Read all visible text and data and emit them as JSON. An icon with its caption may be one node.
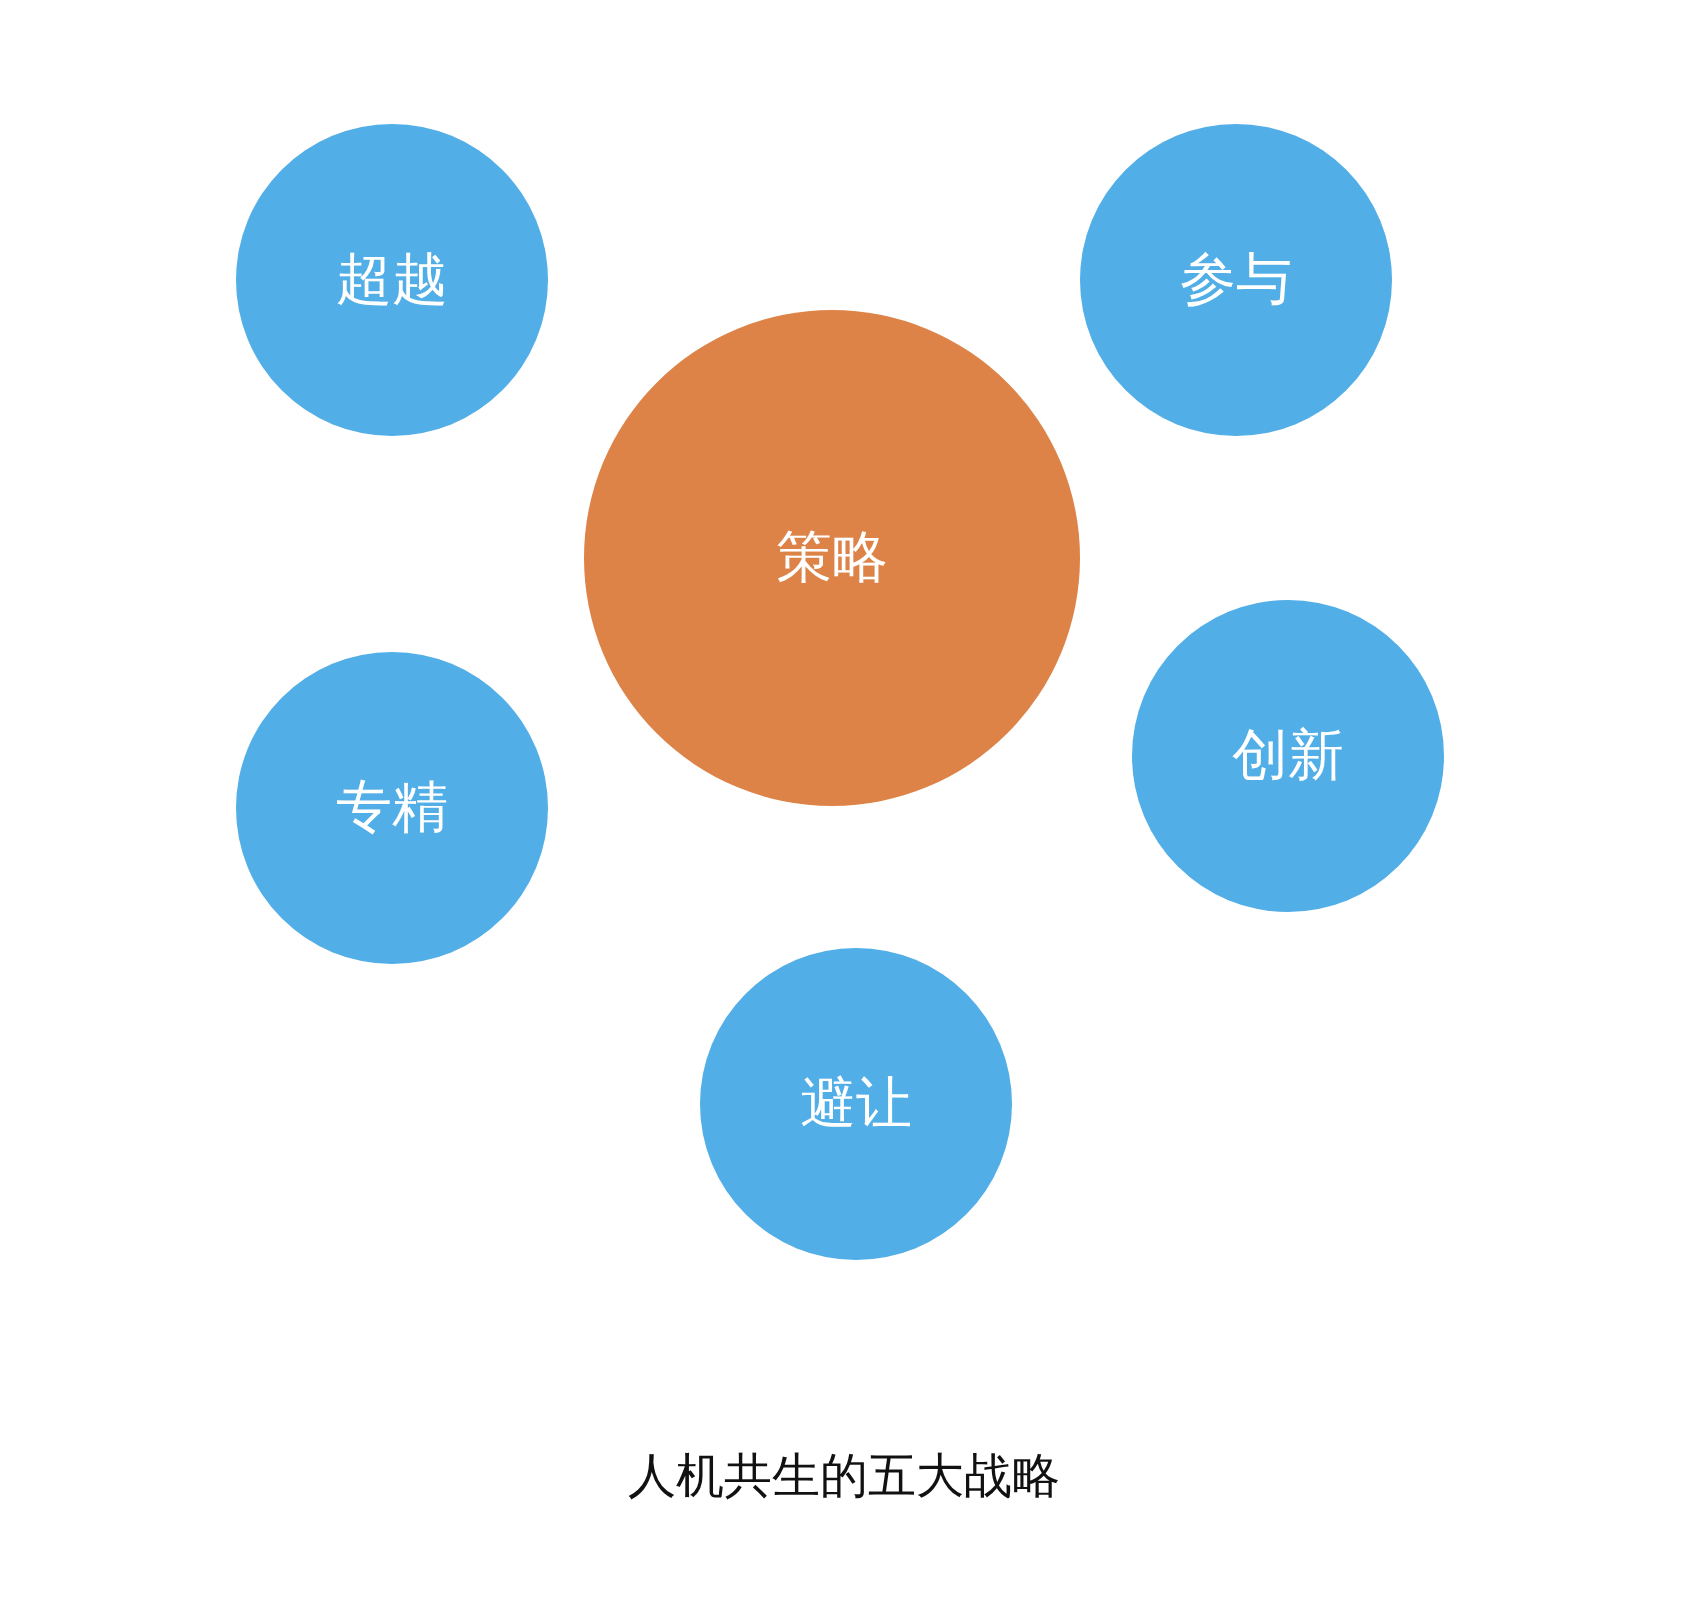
{
  "diagram": {
    "caption": "人机共生的五大战略",
    "nodes": [
      {
        "text": [
          "超越"
        ]
      },
      {
        "text": [
          "参与"
        ]
      },
      {
        "text": [
          "策略"
        ]
      },
      {
        "text": [
          "专精"
        ]
      },
      {
        "text": [
          "创新"
        ]
      },
      {
        "text": [
          "避让"
        ]
      }
    ]
  }
}
